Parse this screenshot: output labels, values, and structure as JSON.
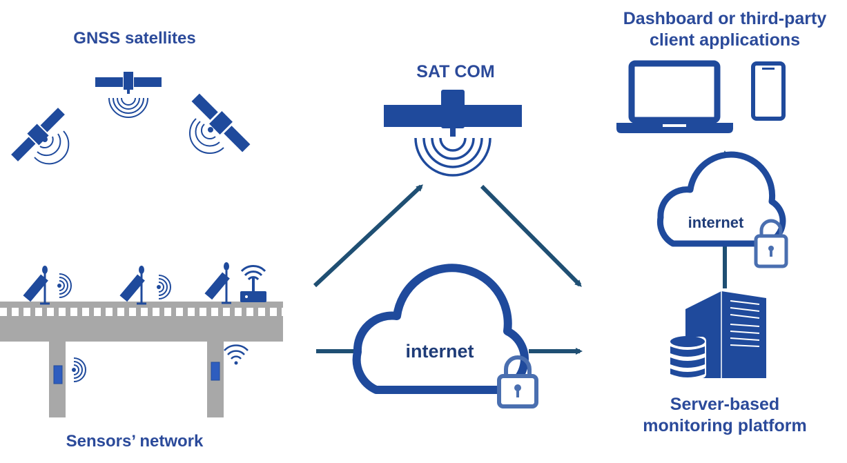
{
  "labels": {
    "gnss": "GNSS satellites",
    "satcom": "SAT COM",
    "dashboard_line1": "Dashboard or third-party",
    "dashboard_line2": "client applications",
    "sensors": "Sensors’ network",
    "server_line1": "Server-based",
    "server_line2": "monitoring platform"
  },
  "clouds": {
    "main_label": "internet",
    "upper_label": "internet"
  },
  "colors": {
    "primary": "#1f4a9c",
    "text": "#2b4a9a",
    "arrow": "#1f4f73",
    "bridge": "#a8a8a8",
    "lock": "#4a6fb0"
  },
  "icons": [
    "satellite-icon",
    "signal-icon",
    "laptop-icon",
    "phone-icon",
    "cloud-icon",
    "lock-icon",
    "server-icon",
    "database-icon",
    "router-icon",
    "wifi-icon",
    "gnss-antenna-icon"
  ]
}
